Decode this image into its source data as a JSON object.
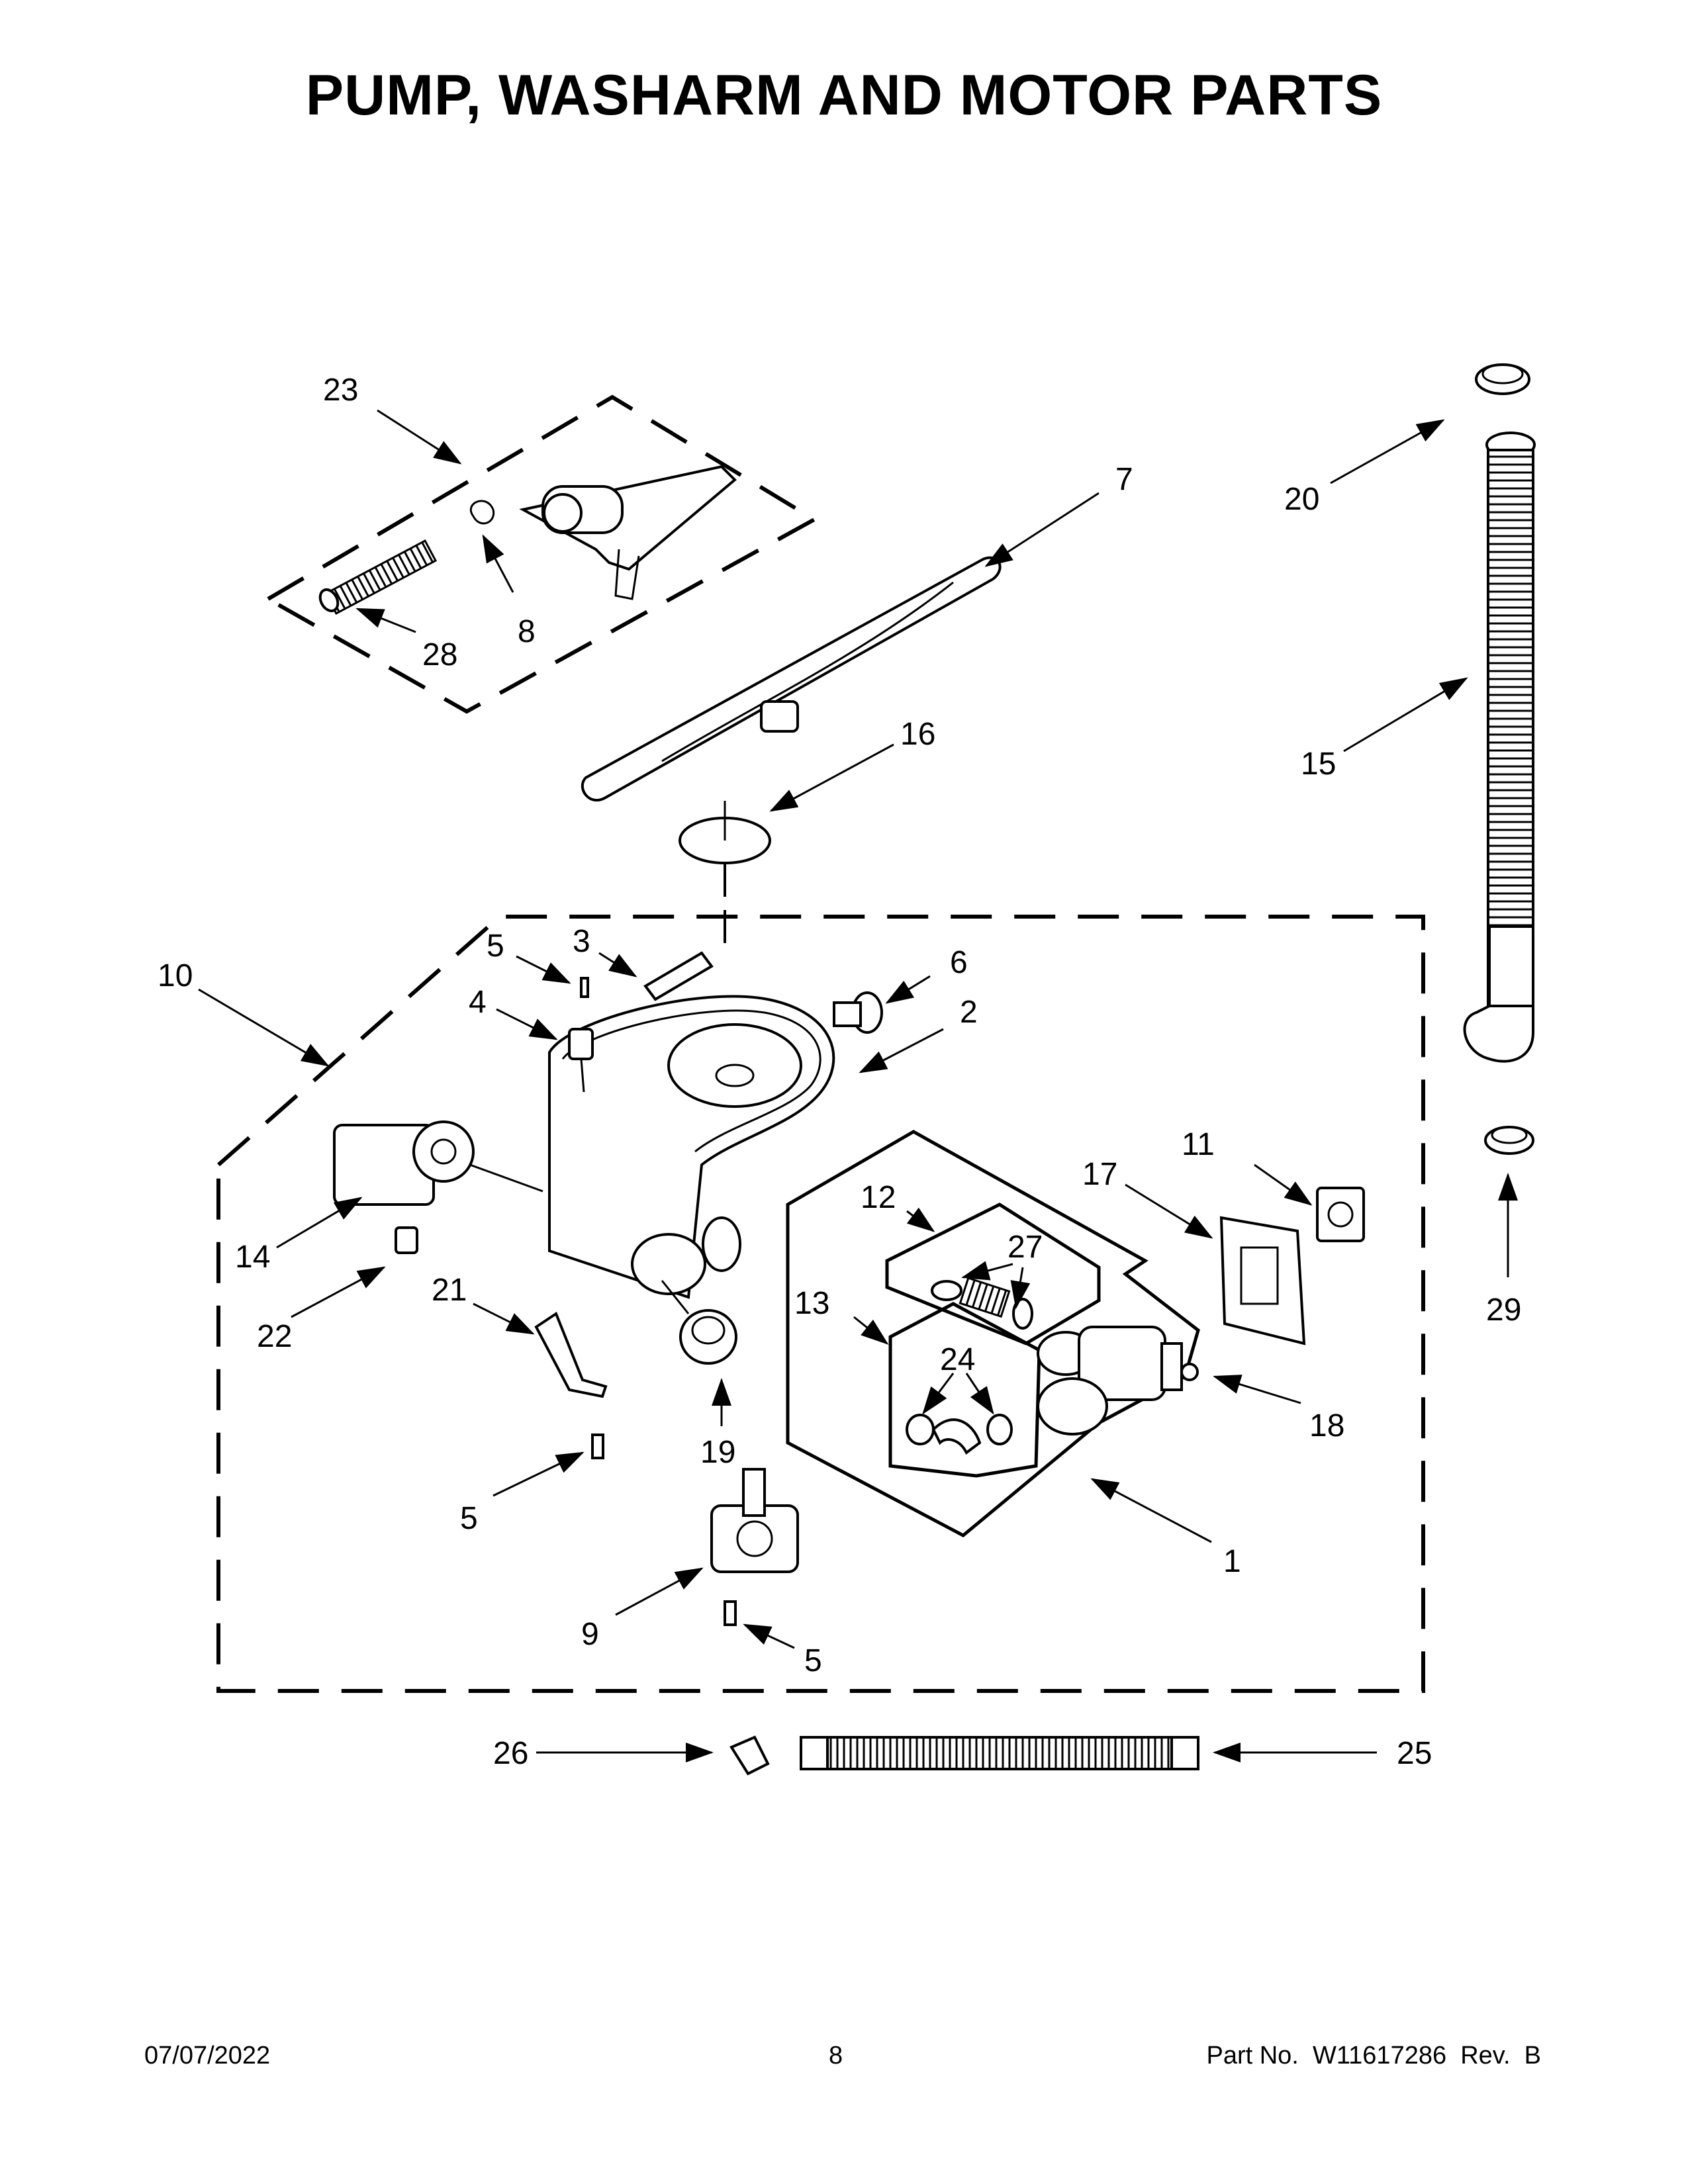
{
  "title": "PUMP, WASHARM AND MOTOR PARTS",
  "footer": {
    "date": "07/07/2022",
    "page": "8",
    "part_number": "Part No.  W11617286  Rev.  B"
  },
  "callouts": [
    {
      "id": "c23",
      "text": "23"
    },
    {
      "id": "c7",
      "text": "7"
    },
    {
      "id": "c20",
      "text": "20"
    },
    {
      "id": "c8",
      "text": "8"
    },
    {
      "id": "c28",
      "text": "28"
    },
    {
      "id": "c16",
      "text": "16"
    },
    {
      "id": "c15",
      "text": "15"
    },
    {
      "id": "c10",
      "text": "10"
    },
    {
      "id": "c5a",
      "text": "5"
    },
    {
      "id": "c3",
      "text": "3"
    },
    {
      "id": "c6",
      "text": "6"
    },
    {
      "id": "c4",
      "text": "4"
    },
    {
      "id": "c2",
      "text": "2"
    },
    {
      "id": "c11",
      "text": "11"
    },
    {
      "id": "c17",
      "text": "17"
    },
    {
      "id": "c12",
      "text": "12"
    },
    {
      "id": "c27",
      "text": "27"
    },
    {
      "id": "c14",
      "text": "14"
    },
    {
      "id": "c13",
      "text": "13"
    },
    {
      "id": "c29",
      "text": "29"
    },
    {
      "id": "c21",
      "text": "21"
    },
    {
      "id": "c22",
      "text": "22"
    },
    {
      "id": "c24",
      "text": "24"
    },
    {
      "id": "c18",
      "text": "18"
    },
    {
      "id": "c19",
      "text": "19"
    },
    {
      "id": "c5b",
      "text": "5"
    },
    {
      "id": "c1",
      "text": "1"
    },
    {
      "id": "c9",
      "text": "9"
    },
    {
      "id": "c5c",
      "text": "5"
    },
    {
      "id": "c26",
      "text": "26"
    },
    {
      "id": "c25",
      "text": "25"
    }
  ]
}
